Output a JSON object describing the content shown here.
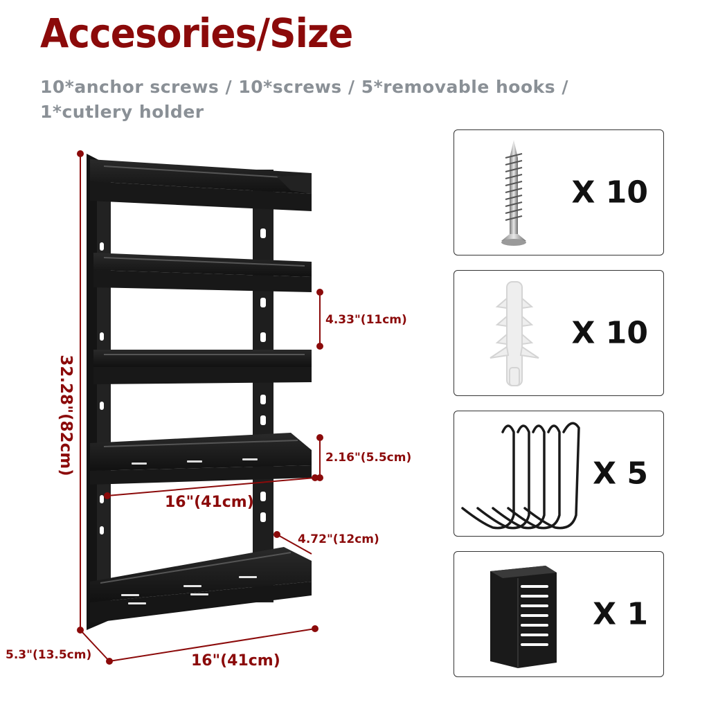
{
  "title": "Accesories/Size",
  "subtitle": "10*anchor screws / 10*screws / 5*removable hooks / 1*cutlery holder",
  "dimensions": {
    "height": "32.28\"(82cm)",
    "shelf_spacing": "4.33\"(11cm)",
    "rail_height": "2.16\"(5.5cm)",
    "shelf_width": "16\"(41cm)",
    "bottom_depth": "4.72\"(12cm)",
    "depth": "5.3\"(13.5cm)",
    "overall_width": "16\"(41cm)"
  },
  "accessories": [
    {
      "item": "screw-icon",
      "quantity": "X 10"
    },
    {
      "item": "anchor-icon",
      "quantity": "X 10"
    },
    {
      "item": "hook-icon",
      "quantity": "X 5"
    },
    {
      "item": "cutlery-holder-icon",
      "quantity": "X 1"
    }
  ],
  "colors": {
    "accent": "#8b0a0a",
    "subtitle": "#8a9096",
    "rack": "#1c1c1c"
  }
}
